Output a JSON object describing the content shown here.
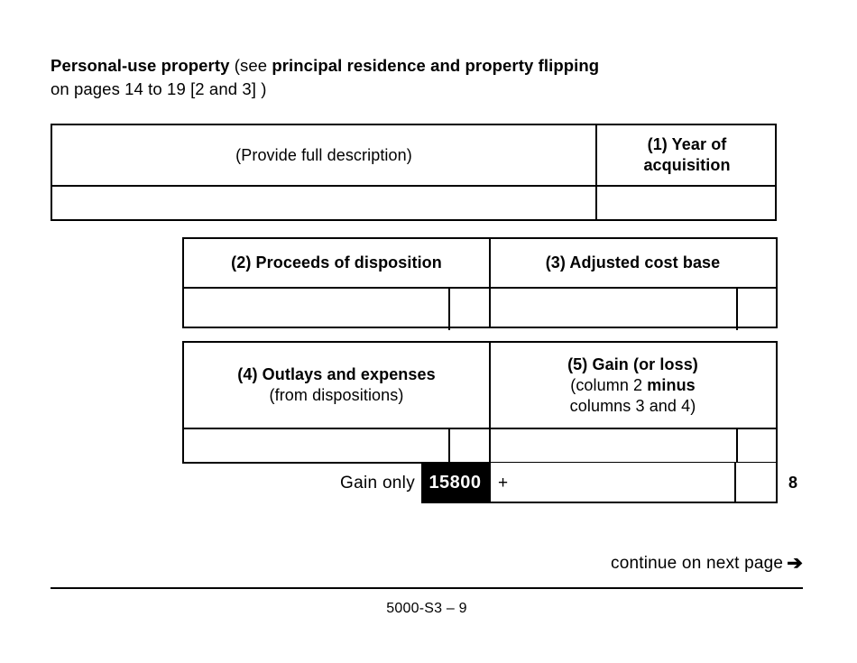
{
  "heading": {
    "bold_lead": "Personal-use property",
    "paren_open": " (see ",
    "bold_ref": "principal residence and property flipping",
    "line2": "on pages 14 to 19 [2 and 3] )"
  },
  "table1": {
    "description_header": "(Provide full description)",
    "year_header_line1": "(1) Year of",
    "year_header_line2": "acquisition",
    "description_value": "",
    "year_value": ""
  },
  "table2": {
    "col2_header": "(2) Proceeds of disposition",
    "col3_header": "(3) Adjusted cost base",
    "col2_value": "",
    "col2_cents": "",
    "col3_value": "",
    "col3_cents": ""
  },
  "table3": {
    "col4_header": "(4) Outlays and expenses",
    "col4_subheader": "(from dispositions)",
    "col5_header": "(5) Gain (or loss)",
    "col5_sub_line1_a": "(column 2 ",
    "col5_sub_line1_b": "minus",
    "col5_sub_line2": "columns 3 and 4)",
    "col4_value": "",
    "col4_cents": "",
    "col5_value": "",
    "col5_cents": ""
  },
  "gain_row": {
    "label": "Gain only",
    "highlighted_value": "15800",
    "plus_sign": "+",
    "amount_value": "",
    "cents_value": "",
    "line_number": "8",
    "highlight_bg": "#000000",
    "highlight_fg": "#ffffff"
  },
  "footer": {
    "continue_text": "continue on next page",
    "arrow_glyph": "➔",
    "form_code": "5000-S3 – 9"
  }
}
